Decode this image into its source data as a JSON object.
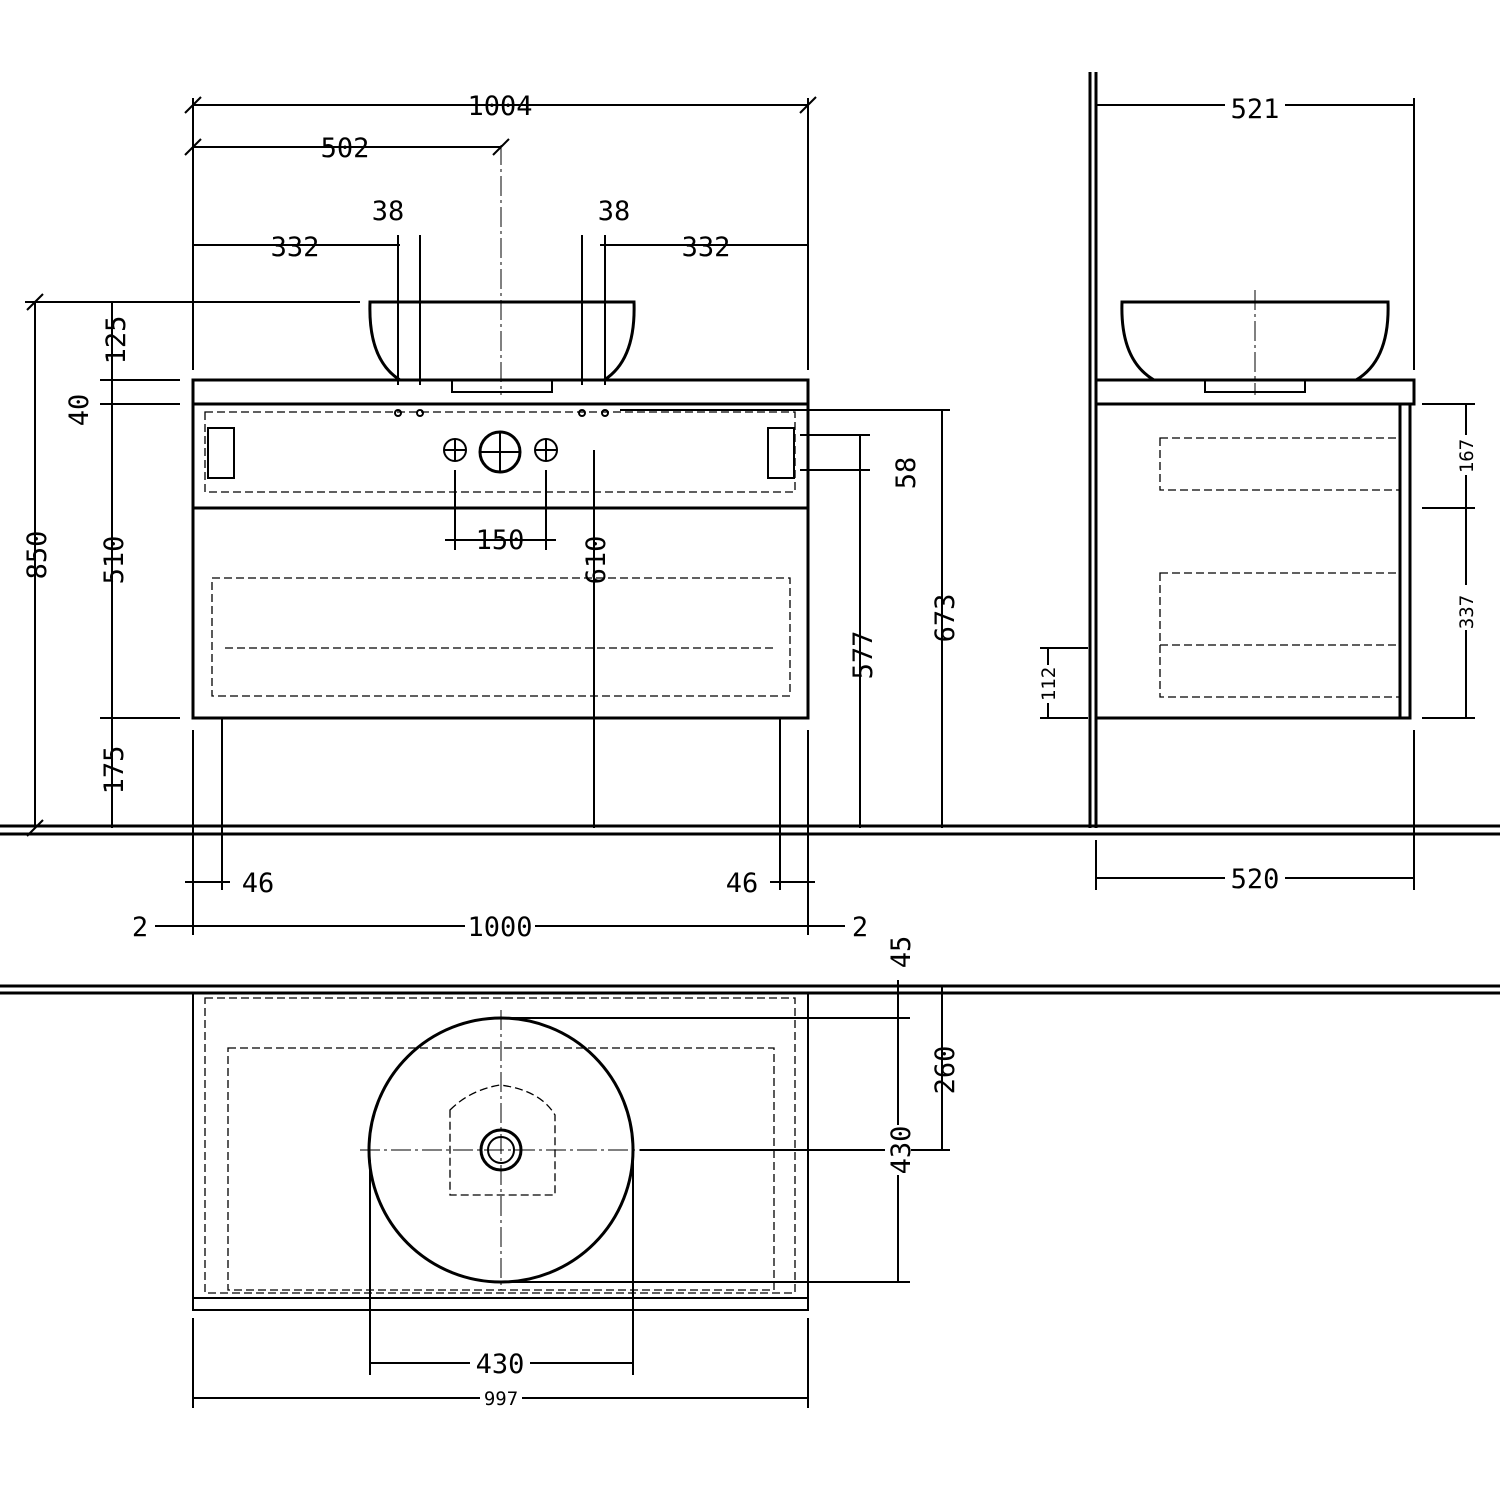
{
  "drawing": {
    "front_view": {
      "overall_width": "1004",
      "basin_center": "502",
      "left_tap_offset": "38",
      "right_tap_offset": "38",
      "left_side_332": "332",
      "right_side_332": "332",
      "basin_height": "125",
      "top_thickness": "40",
      "total_height": "850",
      "cabinet_height": "510",
      "leg_height": "175",
      "drain_height": "610",
      "hole_spacing": "150",
      "bracket_spacing": "58",
      "bracket_height_577": "577",
      "top_height_673": "673",
      "left_leg_inset": "46",
      "right_leg_inset": "46",
      "left_overhang": "2",
      "cabinet_width": "1000",
      "right_overhang": "2"
    },
    "side_view": {
      "top_depth": "521",
      "drawer_upper": "167",
      "drawer_lower": "337",
      "plinth": "112",
      "cabinet_depth": "520"
    },
    "top_view": {
      "wall_gap": "45",
      "basin_center_depth": "260",
      "basin_diameter_depth": "430",
      "basin_diameter_width": "430",
      "cabinet_width": "997"
    }
  }
}
